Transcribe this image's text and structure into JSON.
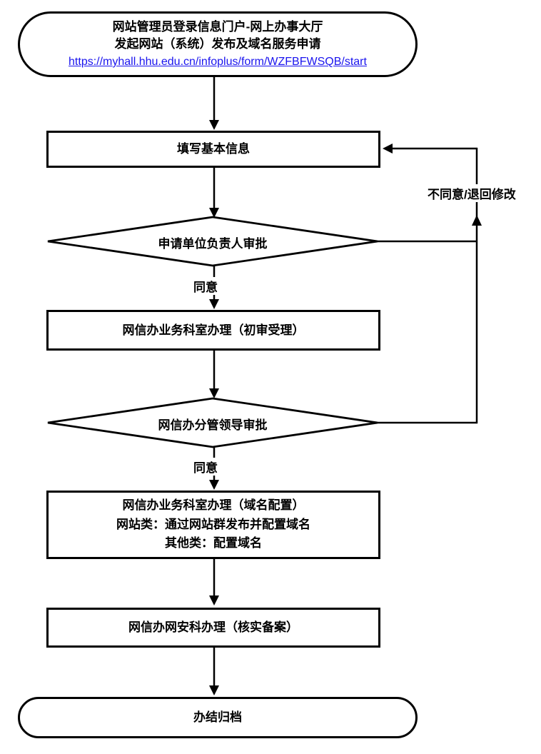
{
  "flowchart": {
    "background_color": "#ffffff",
    "line_color": "#000000",
    "link_color": "#1a14ee",
    "start": {
      "line1": "网站管理员登录信息门户-网上办事大厅",
      "line2": "发起网站（系统）发布及域名服务申请",
      "url": "https://myhall.hhu.edu.cn/infoplus/form/WZFBFWSQB/start"
    },
    "nodes": {
      "fill_basic_info": "填写基本信息",
      "unit_leader_approval": "申请单位负责人审批",
      "initial_review": "网信办业务科室办理（初审受理）",
      "division_leader_approval": "网信办分管领导审批",
      "domain_config": {
        "line1": "网信办业务科室办理（域名配置）",
        "line2": "网站类：通过网站群发布并配置域名",
        "line3": "其他类：配置域名"
      },
      "security_filing": "网信办网安科办理（核实备案）",
      "end": "办结归档"
    },
    "labels": {
      "agree_1": "同意",
      "agree_2": "同意",
      "reject": "不同意/退回修改"
    }
  }
}
